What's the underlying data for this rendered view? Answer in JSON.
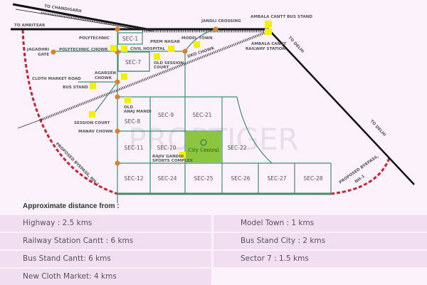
{
  "map": {
    "roads": [
      "TO CHANDIGARH",
      "TO AMRITSAR",
      "TO DELHI",
      "TO DELHI"
    ],
    "places": {
      "jandli_crossing": "JANDLI CROSSING",
      "ambala_bus_stand": "AMBALA CANTT BUS STAND",
      "ambala_railway": [
        "AMBALA CANTT",
        "RAILWAY STATION"
      ],
      "polytechnic": "POLYTECHNIC",
      "polytechnic_chowk": "POLYTECHNIC CHOWK",
      "jagadhri_gate": [
        "JAGADHRI",
        "GATE"
      ],
      "civil_hospital": "CIVIL HOSPITAL",
      "prem_nagar": "PREM NAGAR",
      "model_town": "MODEL TOWN",
      "dko_chowk": "DKO CHOWK",
      "old_session_court": [
        "OLD SESSION",
        "COURT"
      ],
      "agarsen_chowk": [
        "AGARSEN",
        "CHOWK"
      ],
      "cloth_market_road": "CLOTH MARKET ROAD",
      "bus_stand": "BUS STAND",
      "old_anaj_mandi": [
        "OLD",
        "ANAJ MANDI"
      ],
      "session_court": "SESSION COURT",
      "manav_chowk": "MANAV CHOWK",
      "rajiv_gandhi": [
        "RAJIV GANDHI",
        "SPORTS COMPLEX"
      ],
      "bypass_left": "PROPOSED BYEPASS, NH-1",
      "bypass_right": [
        "PROPOSED BYEPASS,",
        "NH-1"
      ]
    },
    "sectors": {
      "s1": "SEC-1",
      "s7": "SEC-7",
      "s8": "SEC-8",
      "s9": "SEC-9",
      "s21": "SEC-21",
      "s11": "SEC-11",
      "s10": "SEC-10",
      "s22": "SEC-22",
      "s12": "SEC-12",
      "s24": "SEC-24",
      "s25": "SEC-25",
      "s26": "SEC-26",
      "s27": "SEC-27",
      "s28": "SEC-28"
    },
    "project_logo": "City Central",
    "watermark": "PROPTIGER",
    "colors": {
      "road": "#111111",
      "sector_lines": "#3f8f6a",
      "bypass": "#cc2233",
      "junction": "#d9822b",
      "landmark": "#f5f000",
      "project": "#8cc63f"
    }
  },
  "distances": {
    "title": "Approximate distance from :",
    "left": [
      "Highway : 2.5 kms",
      "Railway Station Cantt : 6 kms",
      "Bus Stand Cantt: 6 kms",
      "New Cloth Market: 4 kms"
    ],
    "right": [
      "Model Town : 1 kms",
      "Bus Stand City : 2 kms",
      "Sector 7 : 1.5 kms"
    ]
  }
}
